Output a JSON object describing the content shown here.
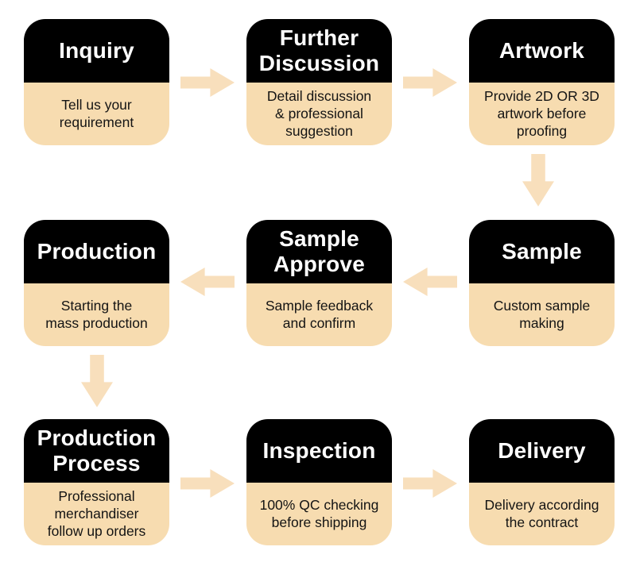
{
  "colors": {
    "page_bg": "#ffffff",
    "card_top": "#000000",
    "card_bottom": "#f7dcb0",
    "title_text": "#ffffff",
    "body_text": "#141414",
    "arrow": "#f8dfbc"
  },
  "steps": [
    {
      "title": "Inquiry",
      "description": "Tell us your\nrequirement"
    },
    {
      "title": "Further\nDiscussion",
      "description": "Detail discussion\n& professional\nsuggestion"
    },
    {
      "title": "Artwork",
      "description": "Provide 2D OR 3D\nartwork before\nproofing"
    },
    {
      "title": "Production",
      "description": "Starting the\nmass production"
    },
    {
      "title": "Sample\nApprove",
      "description": "Sample feedback\nand confirm"
    },
    {
      "title": "Sample",
      "description": "Custom sample\nmaking"
    },
    {
      "title": "Production\nProcess",
      "description": "Professional\nmerchandiser\nfollow up orders"
    },
    {
      "title": "Inspection",
      "description": "100% QC checking\nbefore shipping"
    },
    {
      "title": "Delivery",
      "description": "Delivery according\nthe contract"
    }
  ],
  "arrows": [
    {
      "icon": "arrow-right-icon",
      "from": "Inquiry",
      "to": "Further Discussion"
    },
    {
      "icon": "arrow-right-icon",
      "from": "Further Discussion",
      "to": "Artwork"
    },
    {
      "icon": "arrow-down-icon",
      "from": "Artwork",
      "to": "Sample"
    },
    {
      "icon": "arrow-left-icon",
      "from": "Sample",
      "to": "Sample Approve"
    },
    {
      "icon": "arrow-left-icon",
      "from": "Sample Approve",
      "to": "Production"
    },
    {
      "icon": "arrow-down-icon",
      "from": "Production",
      "to": "Production Process"
    },
    {
      "icon": "arrow-right-icon",
      "from": "Production Process",
      "to": "Inspection"
    },
    {
      "icon": "arrow-right-icon",
      "from": "Inspection",
      "to": "Delivery"
    }
  ]
}
